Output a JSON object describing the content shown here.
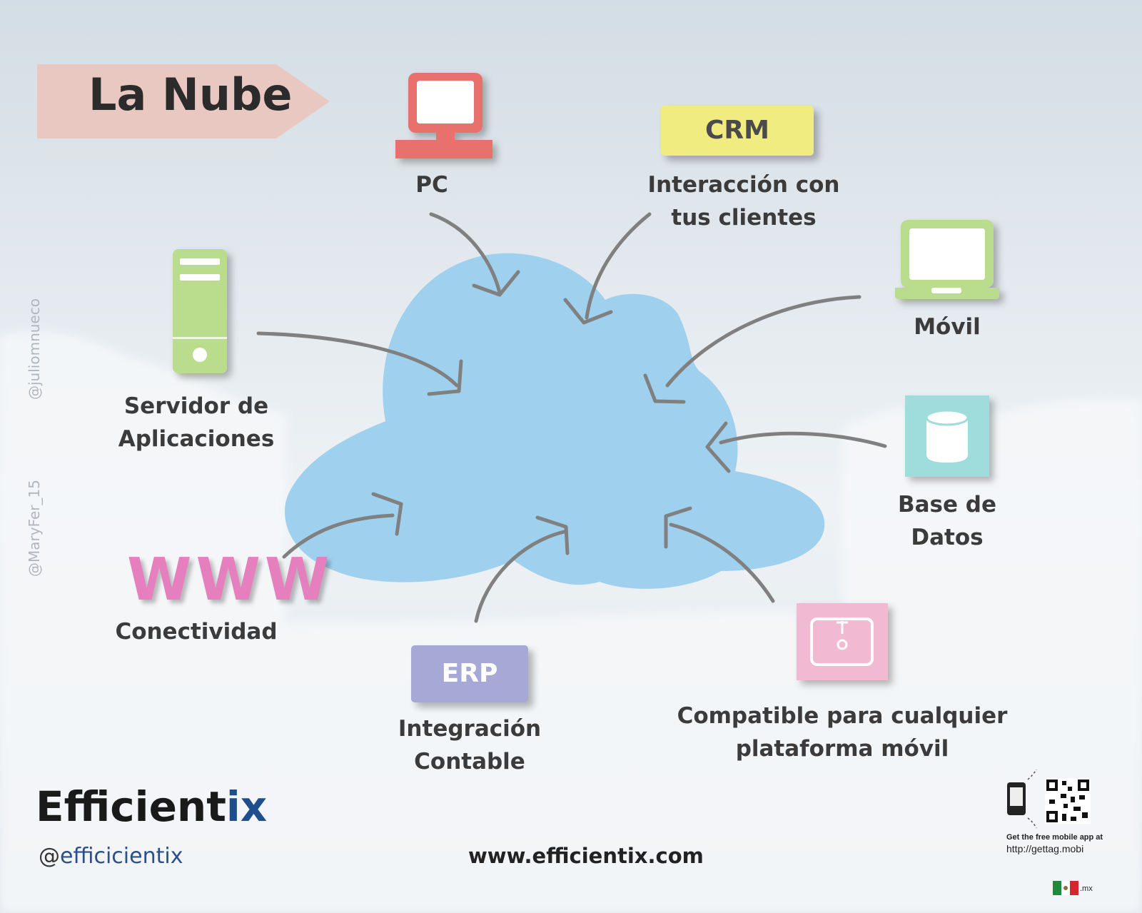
{
  "title": "La Nube",
  "nodes": {
    "pc": {
      "label": "PC"
    },
    "crm": {
      "box_text": "CRM",
      "line1": "Interacción con",
      "line2": "tus clientes"
    },
    "movil": {
      "label": "Móvil"
    },
    "servidor": {
      "line1": "Servidor de",
      "line2": "Aplicaciones"
    },
    "base_datos": {
      "line1": "Base de",
      "line2": "Datos"
    },
    "www": {
      "icon_text": "WWW",
      "label": "Conectividad"
    },
    "erp": {
      "box_text": "ERP",
      "line1": "Integración",
      "line2": "Contable"
    },
    "plataforma": {
      "line1": "Compatible para cualquier",
      "line2": "plataforma móvil"
    }
  },
  "credits": {
    "vertical_top": "@juliomnueco",
    "vertical_bottom": "@MaryFer_15"
  },
  "footer": {
    "brand_main": "Efficient",
    "brand_end": "ix",
    "handle_at": "@",
    "handle_name": "efficicientix",
    "website": "www.efficientix.com",
    "qr_line1": "Get the free mobile app at",
    "qr_line2": "http://gettag.mobi",
    "country_suffix": ".mx"
  },
  "colors": {
    "cloud": "#9fd1ee",
    "arrow": "#808080",
    "pc": "#e8716e",
    "crm": "#f0ec80",
    "movil": "#b9dc8d",
    "servidor": "#b9dc8d",
    "base_datos": "#9fdcdc",
    "www": "#e67fbe",
    "erp": "#a6a8d6",
    "plataforma": "#f2b9d2",
    "title_banner": "#eac8c2"
  }
}
